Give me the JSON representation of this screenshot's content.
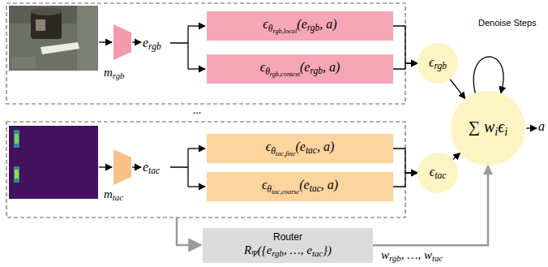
{
  "diagram": {
    "nodes": [
      {
        "text": [
          "ϵθrgb,local(ergb, a)"
        ]
      },
      {
        "text": [
          "ϵθrgb,context(ergb, a)"
        ]
      },
      {
        "text": [
          "ϵrgb"
        ]
      },
      {
        "text": [
          "ϵθtac,fine(etac, a)"
        ]
      },
      {
        "text": [
          "ϵθtac,coarse(etac, a)"
        ]
      },
      {
        "text": [
          "ϵtac"
        ]
      },
      {
        "text": [
          "∑ wiϵi"
        ]
      },
      {
        "text": [
          "Router",
          "RΨ({ergb, …, etac})"
        ]
      }
    ],
    "edges": [
      {
        "from": 0,
        "to": 2,
        "arrow": "to"
      },
      {
        "from": 1,
        "to": 2,
        "arrow": "to"
      },
      {
        "from": 3,
        "to": 5,
        "arrow": "to"
      },
      {
        "from": 4,
        "to": 5,
        "arrow": "to"
      },
      {
        "from": 2,
        "to": 6,
        "arrow": "to"
      },
      {
        "from": 5,
        "to": 6,
        "arrow": "to"
      },
      {
        "from": 7,
        "to": 6,
        "label": "wrgb, …, wtac",
        "arrow": "to"
      },
      {
        "from": 6,
        "to": 6,
        "label": "Denoise Steps",
        "arrow": "to"
      }
    ],
    "labels": [
      "mrgb",
      "ergb",
      "...",
      "mtac",
      "etac",
      "a"
    ]
  }
}
